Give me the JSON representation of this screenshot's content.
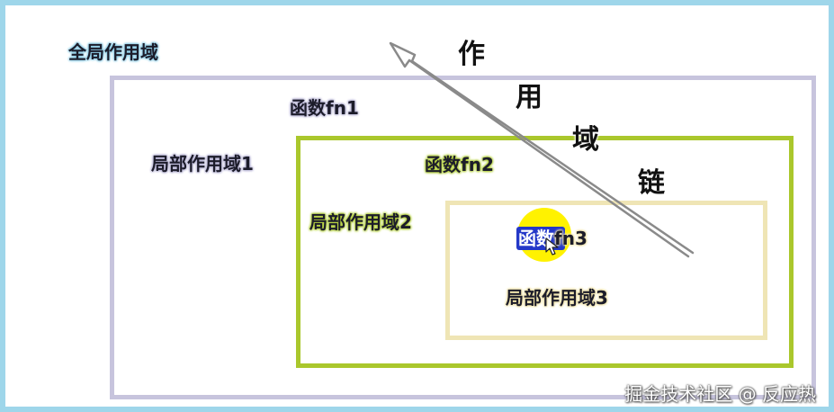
{
  "scopes": {
    "global_label": "全局作用域",
    "fn1_label": "函数fn1",
    "local1_label": "局部作用域1",
    "fn2_label": "函数fn2",
    "local2_label": "局部作用域2",
    "fn3_label": "函数fn3",
    "fn3_selected_part": "函数",
    "fn3_rest_part": "fn3",
    "local3_label": "局部作用域3"
  },
  "scope_chain": {
    "chars": [
      "作",
      "用",
      "域",
      "链"
    ]
  },
  "watermark": "掘金技术社区 @ 反应热",
  "colors": {
    "outer_border": "#9ed6ea",
    "local1_border": "#c7c4dd",
    "local2_border": "#aac72c",
    "local3_border": "#efe5b5",
    "highlight": "#fff200",
    "selection": "#2438c8",
    "arrow": "#8a8a8a"
  },
  "icons": {
    "arrow": "arrow-up-left-icon",
    "cursor": "mouse-pointer-icon"
  }
}
